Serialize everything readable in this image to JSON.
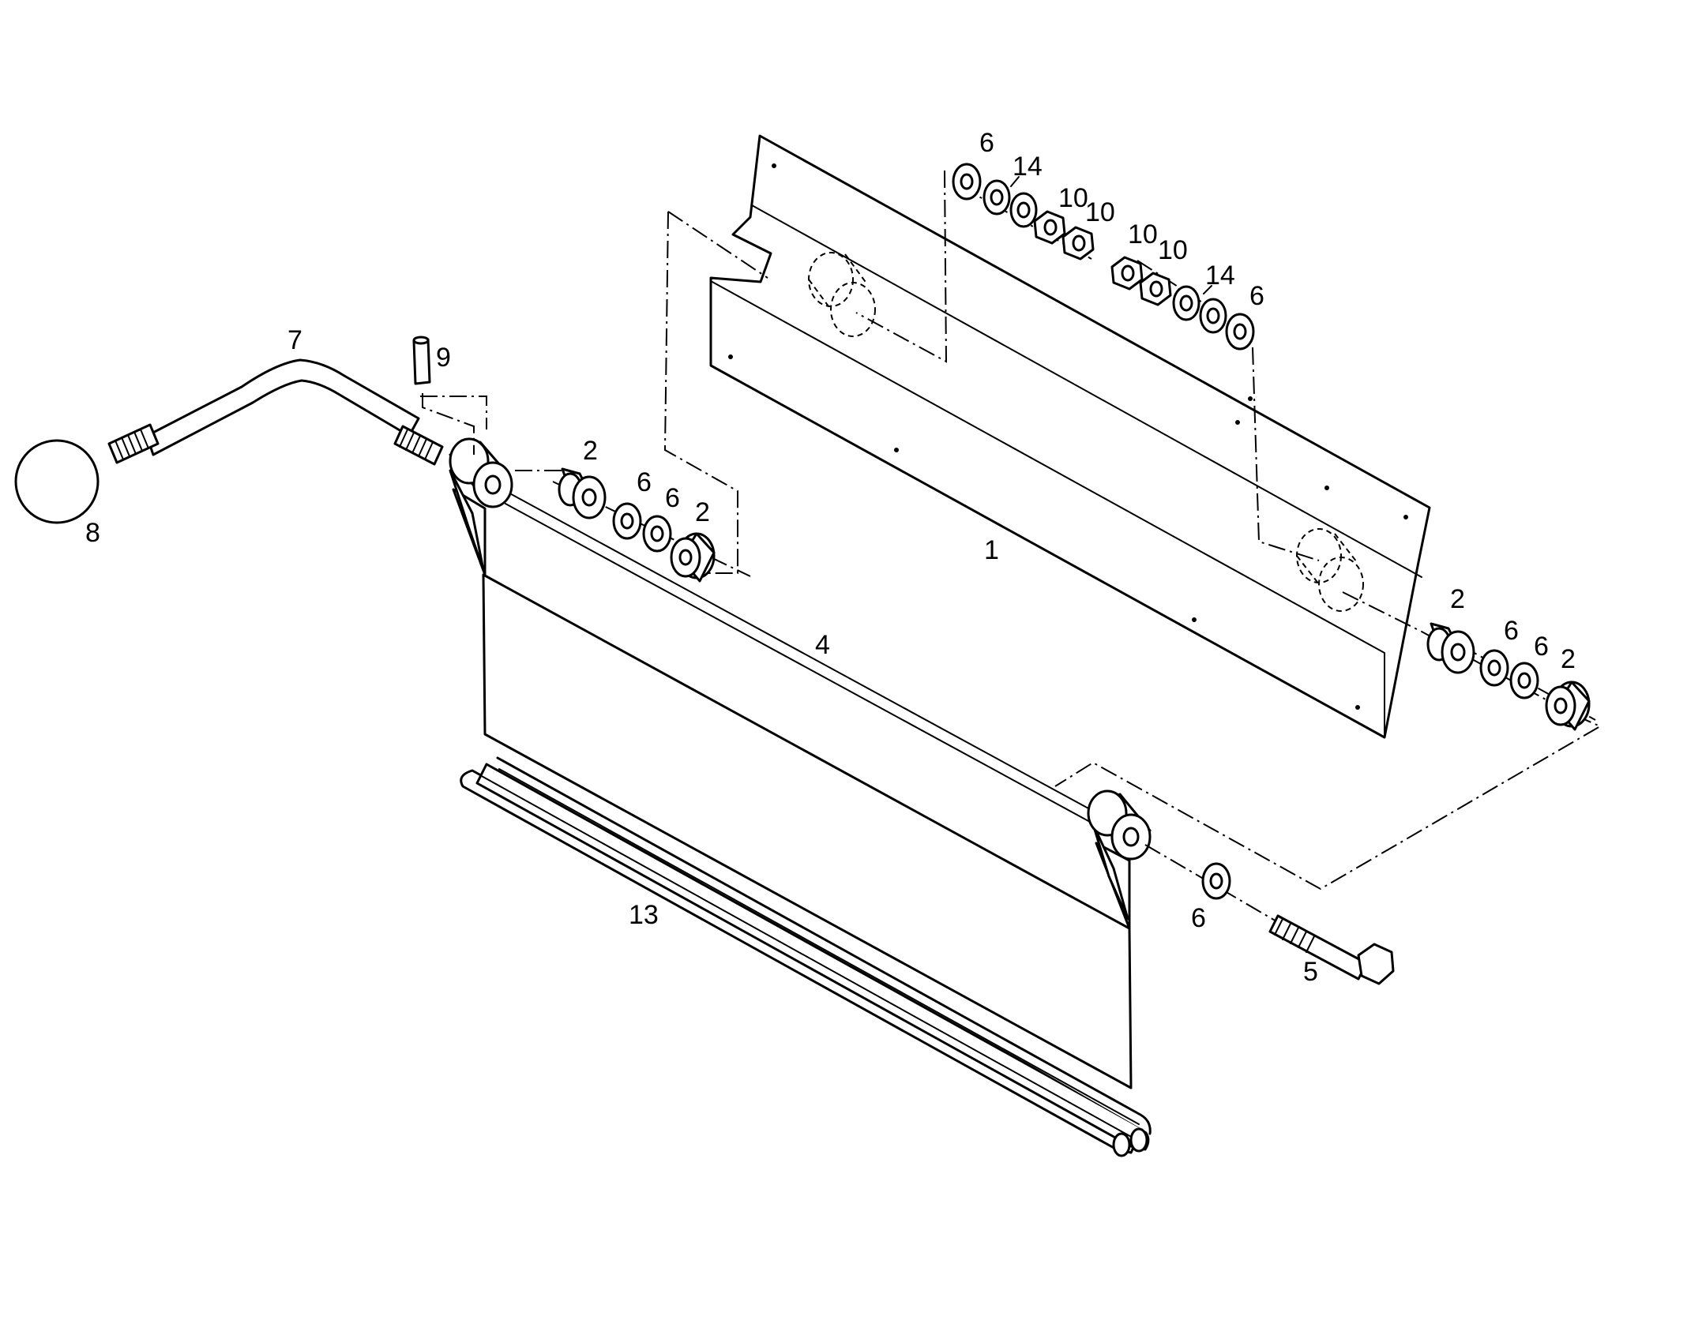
{
  "diagram": {
    "type": "exploded parts diagram",
    "callouts": {
      "plate": "1",
      "spacer_upper_left": "2",
      "spacer_upper_left_far": "2",
      "spacer_right_near": "2",
      "spacer_right_far": "2",
      "hinge_flap": "4",
      "bolt": "5",
      "washer_a": "6",
      "washer_b": "6",
      "washer_c": "6",
      "washer_d": "6",
      "washer_e": "6",
      "washer_f": "6",
      "washer_g": "6",
      "lever_rod": "7",
      "knob": "8",
      "pin": "9",
      "nut_a": "10",
      "nut_b": "10",
      "nut_c": "10",
      "nut_d": "10",
      "profile_strip": "13",
      "spring_washer_a": "14",
      "spring_washer_b": "14"
    }
  }
}
